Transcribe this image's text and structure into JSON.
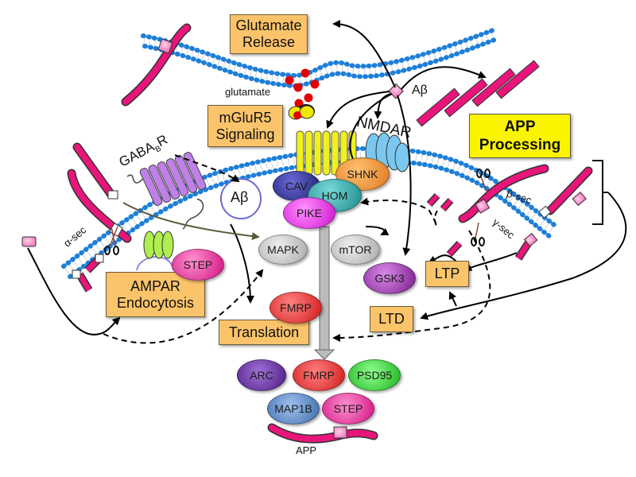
{
  "diagram": {
    "process_boxes": {
      "glutamate_release": [
        "Glutamate",
        "Release"
      ],
      "mglur5_signaling": [
        "mGluR5",
        "Signaling"
      ],
      "app_processing": [
        "APP",
        "Processing"
      ],
      "ampar_endocytosis": [
        "AMPAR",
        "Endocytosis"
      ],
      "translation": "Translation",
      "ltp": "LTP",
      "ltd": "LTD"
    },
    "proteins": {
      "cav": "CAV",
      "hom": "HOM",
      "shnk": "SHNK",
      "pike": "PIKE",
      "mapk": "MAPK",
      "mtor": "mTOR",
      "gsk3": "GSK3",
      "fmrp_mid": "FMRP",
      "step_ampar": "STEP"
    },
    "translated_products": [
      "ARC",
      "FMRP",
      "PSD95",
      "MAP1B",
      "STEP"
    ],
    "labels": {
      "glutamate": "glutamate",
      "abeta_top": "Aβ",
      "abeta_vesicle": "Aβ",
      "nmdar": "NMDAR",
      "gabab_r": "GABA",
      "gabab_sub": "B",
      "gabab_r_tail": "R",
      "alpha_sec": "α-sec",
      "beta_sec": "β-sec",
      "gamma_sec": "γ-sec",
      "app": "APP"
    },
    "colors": {
      "process_box": "#fcc46a",
      "app_processing_box": "#fbf400",
      "membrane": "#1e7fd8",
      "app_protein": "#e8157a",
      "glutamate": "#e00000",
      "arc": "#5b2a8c",
      "fmrp": "#e02828",
      "psd95": "#28c828",
      "map1b": "#4a7ab8",
      "step": "#e0209a",
      "cav": "#2a2a8a",
      "hom": "#1a9a9a",
      "shnk": "#f09030",
      "pike": "#e020e0",
      "gsk3": "#8a2a9a",
      "mapk": "#c0c0c0",
      "mtor": "#c0c0c0"
    }
  }
}
